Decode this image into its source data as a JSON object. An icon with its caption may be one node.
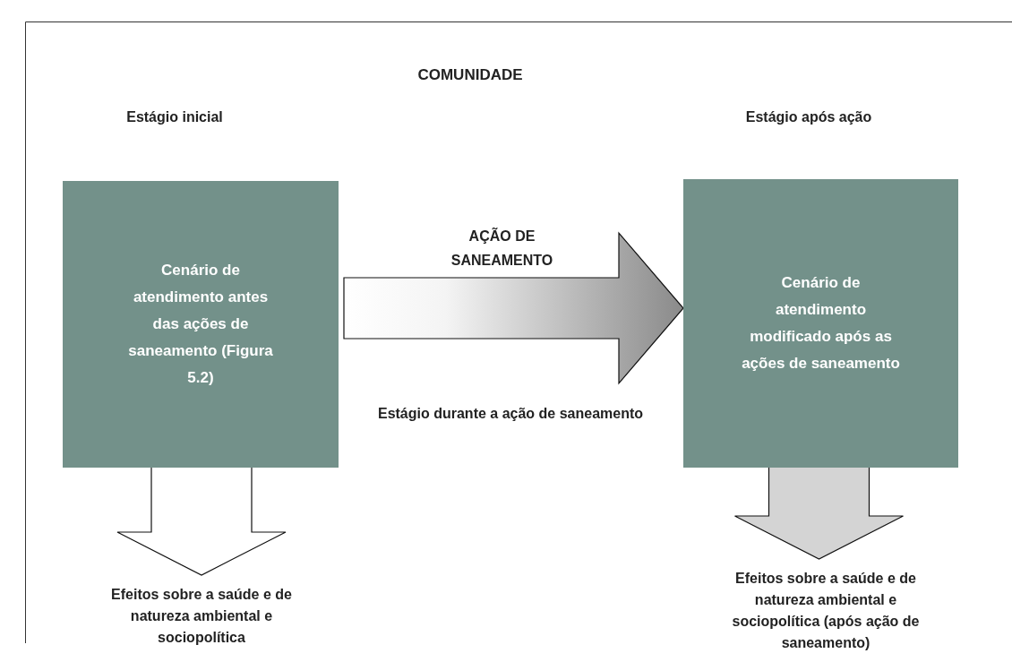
{
  "diagram": {
    "title": "COMUNIDADE",
    "nodes": [
      {
        "text": [
          "Cenário de atendimento antes das ações de saneamento (Figura 5.2)"
        ]
      },
      {
        "text": [
          "Cenário de atendimento modificado após as ações de saneamento"
        ]
      },
      {
        "text": [
          "Efeitos sobre a saúde e de natureza ambiental e sociopolítica"
        ]
      },
      {
        "text": [
          "Efeitos sobre a saúde e de natureza ambiental e sociopolítica (após ação de saneamento)"
        ]
      }
    ],
    "edges": [
      {
        "from": 0,
        "to": 1,
        "arrow": "to",
        "label": "AÇÃO DE SANEAMENTO",
        "style": "thick",
        "color": "#8a8a8a"
      },
      {
        "from": 0,
        "to": 2,
        "arrow": "to",
        "style": "thick"
      },
      {
        "from": 1,
        "to": 3,
        "arrow": "to",
        "style": "thick",
        "color": "#d4d4d4"
      }
    ],
    "labels": [
      "Estágio inicial",
      "Estágio após ação",
      "Estágio durante a ação de saneamento"
    ]
  }
}
